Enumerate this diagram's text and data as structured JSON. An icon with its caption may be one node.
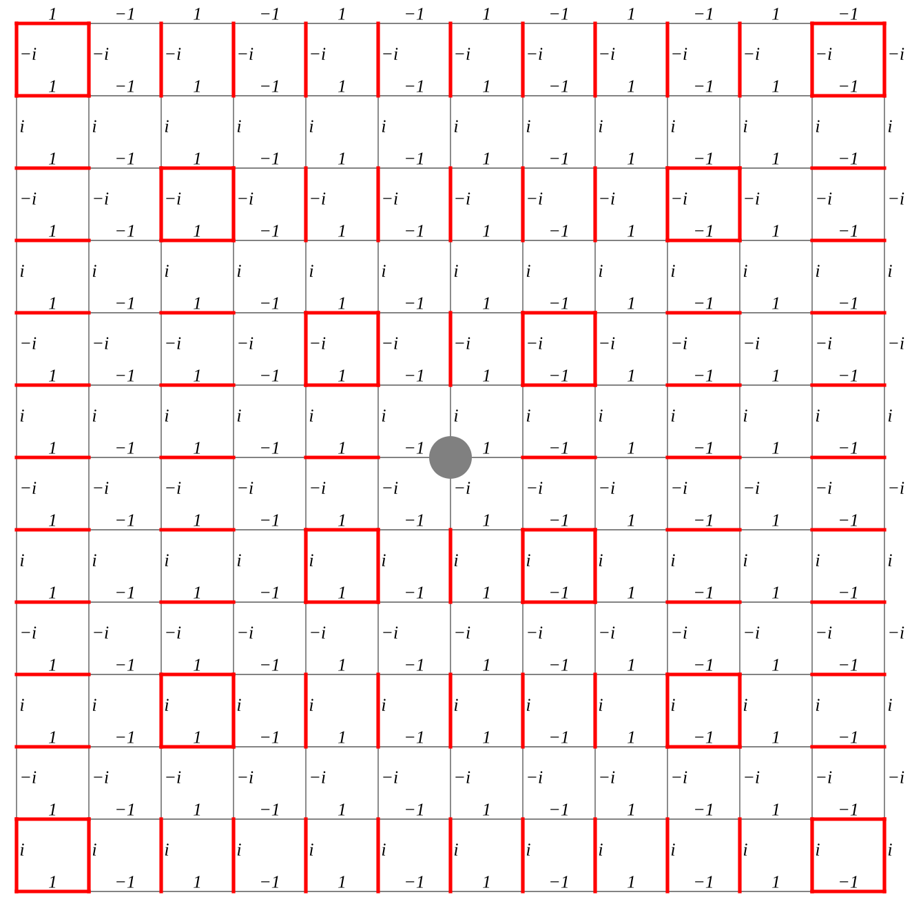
{
  "diagram": {
    "labels": [
      "1",
      "−1",
      "1",
      "−1",
      "1",
      "−1",
      "1",
      "−1",
      "1",
      "−1",
      "1",
      "−1",
      "−i",
      "−i",
      "−i",
      "−i",
      "−i",
      "−i",
      "−i",
      "−i",
      "−i",
      "−i",
      "−i",
      "−i",
      "−i",
      "1",
      "−1",
      "1",
      "−1",
      "1",
      "−1",
      "1",
      "−1",
      "1",
      "−1",
      "1",
      "−1",
      "i",
      "i",
      "i",
      "i",
      "i",
      "i",
      "i",
      "i",
      "i",
      "i",
      "i",
      "i",
      "i",
      "1",
      "−1",
      "1",
      "−1",
      "1",
      "−1",
      "1",
      "−1",
      "1",
      "−1",
      "1",
      "−1",
      "−i",
      "−i",
      "−i",
      "−i",
      "−i",
      "−i",
      "−i",
      "−i",
      "−i",
      "−i",
      "−i",
      "−i",
      "−i",
      "1",
      "−1",
      "1",
      "−1",
      "1",
      "−1",
      "1",
      "−1",
      "1",
      "−1",
      "1",
      "−1",
      "i",
      "i",
      "i",
      "i",
      "i",
      "i",
      "i",
      "i",
      "i",
      "i",
      "i",
      "i",
      "i",
      "1",
      "−1",
      "1",
      "−1",
      "1",
      "−1",
      "1",
      "−1",
      "1",
      "−1",
      "1",
      "−1",
      "−i",
      "−i",
      "−i",
      "−i",
      "−i",
      "−i",
      "−i",
      "−i",
      "−i",
      "−i",
      "−i",
      "−i",
      "−i",
      "1",
      "−1",
      "1",
      "−1",
      "1",
      "−1",
      "1",
      "−1",
      "1",
      "−1",
      "1",
      "−1",
      "i",
      "i",
      "i",
      "i",
      "i",
      "i",
      "i",
      "i",
      "i",
      "i",
      "i",
      "i",
      "i",
      "1",
      "−1",
      "1",
      "−1",
      "1",
      "−1",
      "1",
      "−1",
      "1",
      "−1",
      "1",
      "−1",
      "−i",
      "−i",
      "−i",
      "−i",
      "−i",
      "−i",
      "−i",
      "−i",
      "−i",
      "−i",
      "−i",
      "−i",
      "−i",
      "1",
      "−1",
      "1",
      "−1",
      "1",
      "−1",
      "1",
      "−1",
      "1",
      "−1",
      "1",
      "−1",
      "i",
      "i",
      "i",
      "i",
      "i",
      "i",
      "i",
      "i",
      "i",
      "i",
      "i",
      "i",
      "i",
      "1",
      "−1",
      "1",
      "−1",
      "1",
      "−1",
      "1",
      "−1",
      "1",
      "−1",
      "1",
      "−1",
      "−i",
      "−i",
      "−i",
      "−i",
      "−i",
      "−i",
      "−i",
      "−i",
      "−i",
      "−i",
      "−i",
      "−i",
      "−i",
      "1",
      "−1",
      "1",
      "−1",
      "1",
      "−1",
      "1",
      "−1",
      "1",
      "−1",
      "1",
      "−1",
      "i",
      "i",
      "i",
      "i",
      "i",
      "i",
      "i",
      "i",
      "i",
      "i",
      "i",
      "i",
      "i",
      "1",
      "−1",
      "1",
      "−1",
      "1",
      "−1",
      "1",
      "−1",
      "1",
      "−1",
      "1",
      "−1",
      "−i",
      "−i",
      "−i",
      "−i",
      "−i",
      "−i",
      "−i",
      "−i",
      "−i",
      "−i",
      "−i",
      "−i",
      "−i",
      "1",
      "−1",
      "1",
      "−1",
      "1",
      "−1",
      "1",
      "−1",
      "1",
      "−1",
      "1",
      "−1",
      "i",
      "i",
      "i",
      "i",
      "i",
      "i",
      "i",
      "i",
      "i",
      "i",
      "i",
      "i",
      "i",
      "1",
      "−1",
      "1",
      "−1",
      "1",
      "−1",
      "1",
      "−1",
      "1",
      "−1",
      "1",
      "−1"
    ]
  }
}
